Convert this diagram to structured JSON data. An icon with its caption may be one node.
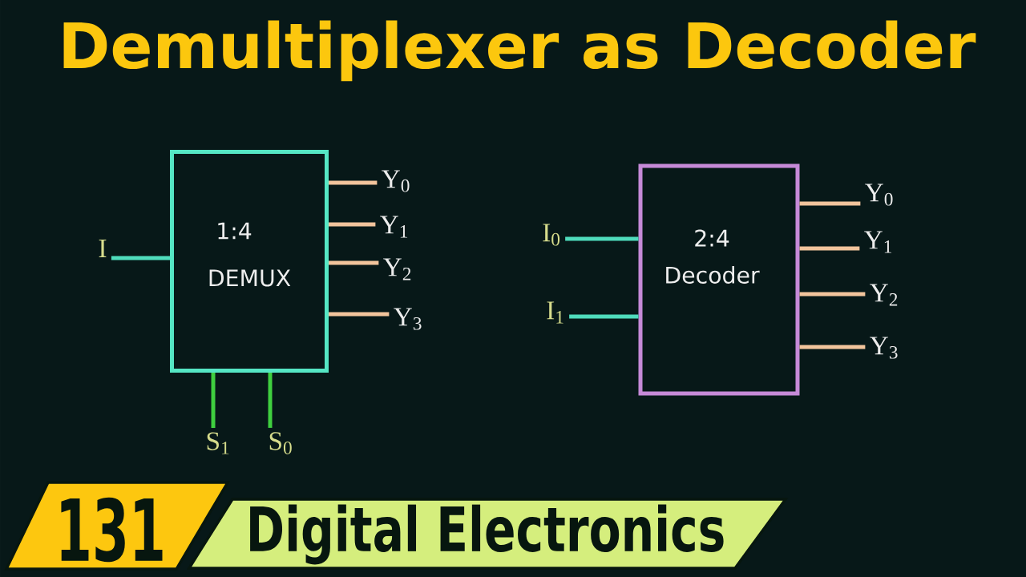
{
  "diagram": {
    "title": "Demultiplexer as Decoder",
    "nodes": [
      {
        "text": [
          "1:4",
          "DEMUX"
        ]
      },
      {
        "text": [
          "I"
        ]
      },
      {
        "text": [
          "Y$_{0}$"
        ]
      },
      {
        "text": [
          "Y$_{1}$"
        ]
      },
      {
        "text": [
          "Y$_{2}$"
        ]
      },
      {
        "text": [
          "Y$_{3}$"
        ]
      },
      {
        "text": [
          "S$_{1}$"
        ]
      },
      {
        "text": [
          "S$_{0}$"
        ]
      },
      {
        "text": [
          "2:4",
          "Decoder"
        ]
      },
      {
        "text": [
          "I$_{0}$"
        ]
      },
      {
        "text": [
          "I$_{1}$"
        ]
      },
      {
        "text": [
          "Y$_{0}$"
        ]
      },
      {
        "text": [
          "Y$_{1}$"
        ]
      },
      {
        "text": [
          "Y$_{2}$"
        ]
      },
      {
        "text": [
          "Y$_{3}$"
        ]
      },
      {
        "text": [
          "131"
        ]
      },
      {
        "text": [
          "Digital Electronics"
        ]
      }
    ],
    "edges": [
      {
        "from": 1,
        "to": 0,
        "arrow": "none",
        "color": "#4fdcbc"
      },
      {
        "from": 0,
        "to": 2,
        "arrow": "none"
      },
      {
        "from": 0,
        "to": 3,
        "arrow": "none"
      },
      {
        "from": 0,
        "to": 4,
        "arrow": "none"
      },
      {
        "from": 0,
        "to": 5,
        "arrow": "none"
      },
      {
        "from": 6,
        "to": 0,
        "arrow": "none",
        "color": "#3fcf3f"
      },
      {
        "from": 7,
        "to": 0,
        "arrow": "none",
        "color": "#3fcf3f"
      },
      {
        "from": 9,
        "to": 8,
        "arrow": "none",
        "color": "#4fdcbc"
      },
      {
        "from": 10,
        "to": 8,
        "arrow": "none",
        "color": "#4fdcbc"
      },
      {
        "from": 8,
        "to": 11,
        "arrow": "none"
      },
      {
        "from": 8,
        "to": 12,
        "arrow": "none"
      },
      {
        "from": 8,
        "to": 13,
        "arrow": "none"
      },
      {
        "from": 8,
        "to": 14,
        "arrow": "none"
      }
    ]
  }
}
